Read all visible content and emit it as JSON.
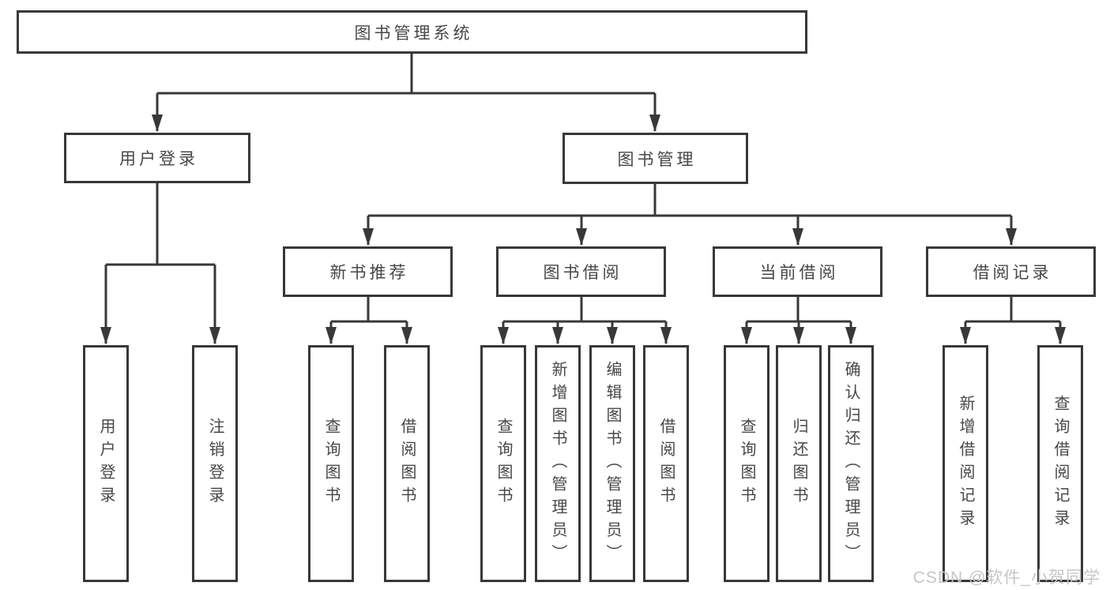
{
  "tree": {
    "root": {
      "label": "图书管理系统"
    },
    "branches": [
      {
        "label": "用户登录",
        "leaves": [
          {
            "label": "用户登录"
          },
          {
            "label": "注销登录"
          }
        ]
      },
      {
        "label": "图书管理",
        "groups": [
          {
            "label": "新书推荐",
            "leaves": [
              {
                "label": "查询图书"
              },
              {
                "label": "借阅图书"
              }
            ]
          },
          {
            "label": "图书借阅",
            "leaves": [
              {
                "label": "查询图书"
              },
              {
                "label": "新增图书（管理员）"
              },
              {
                "label": "编辑图书（管理员）"
              },
              {
                "label": "借阅图书"
              }
            ]
          },
          {
            "label": "当前借阅",
            "leaves": [
              {
                "label": "查询图书"
              },
              {
                "label": "归还图书"
              },
              {
                "label": "确认归还（管理员）"
              }
            ]
          },
          {
            "label": "借阅记录",
            "leaves": [
              {
                "label": "新增借阅记录"
              },
              {
                "label": "查询借阅记录"
              }
            ]
          }
        ]
      }
    ]
  },
  "watermark": {
    "text": "CSDN @软件_小贺同学"
  },
  "colors": {
    "line": "#383838",
    "text": "#474747",
    "watermark": "#c6c6c6",
    "background": "#ffffff"
  }
}
